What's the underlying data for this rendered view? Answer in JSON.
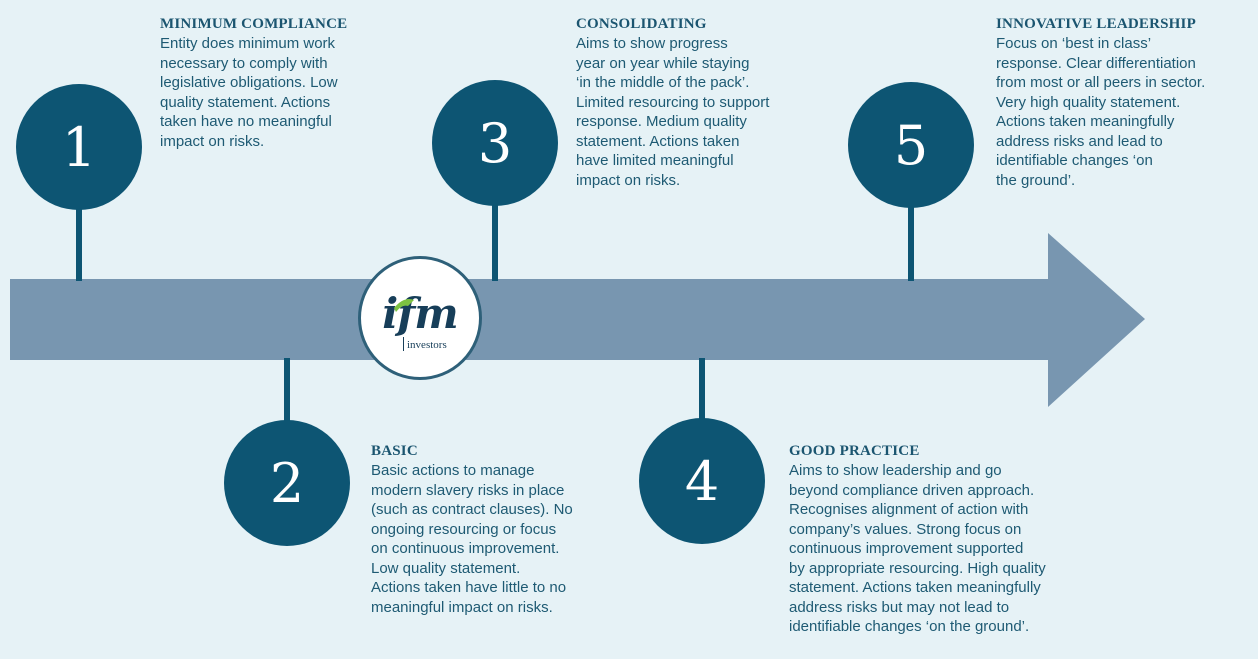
{
  "colors": {
    "background": "#e6f2f6",
    "arrow": "#7896b0",
    "circle": "#0d5573",
    "title": "#1b5570"
  },
  "logo": {
    "mark": "ifm",
    "subtitle": "investors",
    "accent_color": "#7cc242"
  },
  "stages": [
    {
      "number": "1",
      "title": "MINIMUM COMPLIANCE",
      "description": "Entity does minimum work\nnecessary to comply with\nlegislative obligations. Low\nquality statement. Actions\ntaken have no meaningful\nimpact on risks."
    },
    {
      "number": "2",
      "title": "BASIC",
      "description": "Basic actions to manage\nmodern slavery risks in place\n(such as contract clauses). No\nongoing resourcing or focus\non continuous improvement.\nLow quality statement.\nActions taken have little to no\nmeaningful impact on risks."
    },
    {
      "number": "3",
      "title": "CONSOLIDATING",
      "description": "Aims to show progress\nyear on year while staying\n‘in the middle of the pack’.\nLimited resourcing to support\nresponse. Medium quality\nstatement. Actions taken\nhave limited meaningful\nimpact on risks."
    },
    {
      "number": "4",
      "title": "GOOD PRACTICE",
      "description": "Aims to show leadership and go\nbeyond compliance driven approach.\nRecognises alignment of action with\ncompany’s values. Strong focus on\ncontinuous improvement supported\nby appropriate resourcing. High quality\nstatement. Actions taken meaningfully\naddress risks but may not lead to\nidentifiable changes ‘on the ground’."
    },
    {
      "number": "5",
      "title": "INNOVATIVE LEADERSHIP",
      "description": "Focus on ‘best in class’\nresponse. Clear differentiation\nfrom most or all peers in sector.\nVery high quality statement.\nActions taken meaningfully\naddress risks and lead to\nidentifiable changes ‘on\nthe ground’."
    }
  ]
}
